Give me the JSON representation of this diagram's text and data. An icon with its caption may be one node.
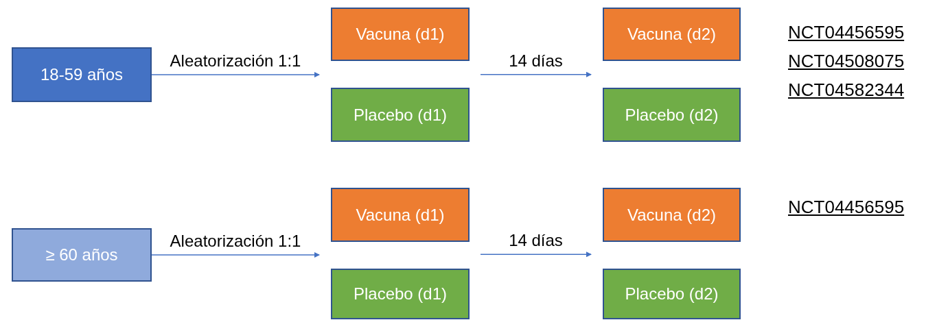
{
  "diagram": {
    "nodes": [
      {
        "text": [
          "18-59 años"
        ]
      },
      {
        "text": [
          "Vacuna (d1)"
        ]
      },
      {
        "text": [
          "Placebo (d1)"
        ]
      },
      {
        "text": [
          "Vacuna (d2)"
        ]
      },
      {
        "text": [
          "Placebo (d2)"
        ]
      },
      {
        "text": [
          "≥ 60 años"
        ]
      },
      {
        "text": [
          "Vacuna (d1)"
        ]
      },
      {
        "text": [
          "Placebo (d1)"
        ]
      },
      {
        "text": [
          "Vacuna (d2)"
        ]
      },
      {
        "text": [
          "Placebo (d2)"
        ]
      }
    ],
    "edges": [
      {
        "from": 0,
        "to": 1,
        "arrow": "to",
        "label": "Aleatorización 1:1"
      },
      {
        "from": 0,
        "to": 2,
        "arrow": "to"
      },
      {
        "from": 1,
        "to": 3,
        "arrow": "to",
        "label": "14 días"
      },
      {
        "from": 2,
        "to": 4,
        "arrow": "to"
      },
      {
        "from": 5,
        "to": 6,
        "arrow": "to",
        "label": "Aleatorización 1:1"
      },
      {
        "from": 5,
        "to": 7,
        "arrow": "to"
      },
      {
        "from": 6,
        "to": 8,
        "arrow": "to",
        "label": "14 días"
      },
      {
        "from": 7,
        "to": 9,
        "arrow": "to"
      }
    ],
    "labels": [
      "NCT04456595",
      "NCT04508075",
      "NCT04582344",
      "NCT04456595"
    ]
  }
}
